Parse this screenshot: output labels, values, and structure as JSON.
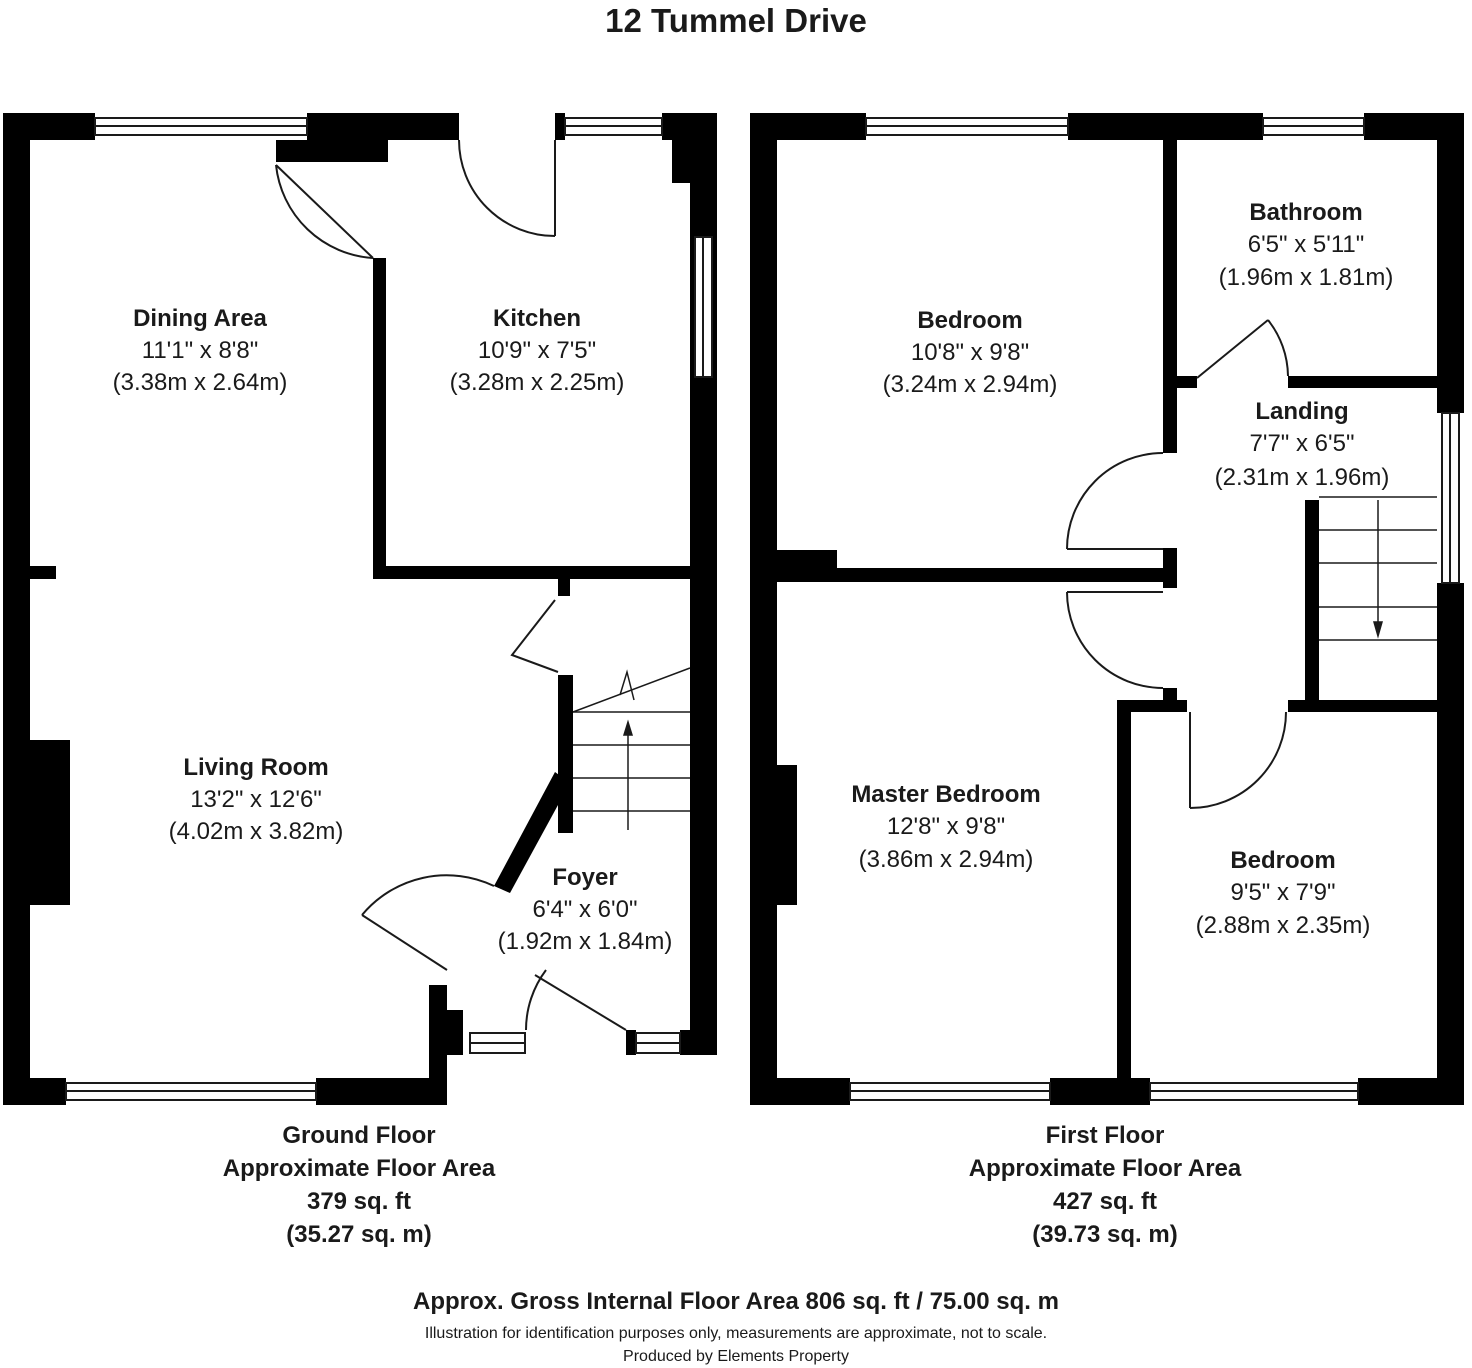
{
  "title": "12 Tummel Drive",
  "ground_floor": {
    "label": "Ground Floor",
    "area_heading": "Approximate Floor Area",
    "area_sqft": "379 sq. ft",
    "area_sqm": "(35.27 sq. m)",
    "rooms": [
      {
        "name": "Dining Area",
        "dim_imperial": "11'1\" x 8'8\"",
        "dim_metric": "(3.38m x 2.64m)"
      },
      {
        "name": "Kitchen",
        "dim_imperial": "10'9\" x 7'5\"",
        "dim_metric": "(3.28m x 2.25m)"
      },
      {
        "name": "Living Room",
        "dim_imperial": "13'2\" x 12'6\"",
        "dim_metric": "(4.02m x 3.82m)"
      },
      {
        "name": "Foyer",
        "dim_imperial": "6'4\" x 6'0\"",
        "dim_metric": "(1.92m x 1.84m)"
      }
    ]
  },
  "first_floor": {
    "label": "First Floor",
    "area_heading": "Approximate Floor Area",
    "area_sqft": "427 sq. ft",
    "area_sqm": "(39.73 sq. m)",
    "rooms": [
      {
        "name": "Bedroom",
        "dim_imperial": "10'8\" x 9'8\"",
        "dim_metric": "(3.24m x 2.94m)"
      },
      {
        "name": "Bathroom",
        "dim_imperial": "6'5\" x 5'11\"",
        "dim_metric": "(1.96m x 1.81m)"
      },
      {
        "name": "Landing",
        "dim_imperial": "7'7\" x 6'5\"",
        "dim_metric": "(2.31m x 1.96m)"
      },
      {
        "name": "Master Bedroom",
        "dim_imperial": "12'8\" x 9'8\"",
        "dim_metric": "(3.86m x 2.94m)"
      },
      {
        "name": "Bedroom",
        "dim_imperial": "9'5\" x 7'9\"",
        "dim_metric": "(2.88m x 2.35m)"
      }
    ]
  },
  "gross_area": "Approx. Gross Internal Floor Area 806 sq. ft / 75.00 sq. m",
  "disclaimer": "Illustration for identification purposes only, measurements are approximate, not to scale.",
  "producer": "Produced by Elements Property",
  "colors": {
    "wall": "#000000",
    "window": "#ffffff",
    "line": "#1a1a1a"
  }
}
